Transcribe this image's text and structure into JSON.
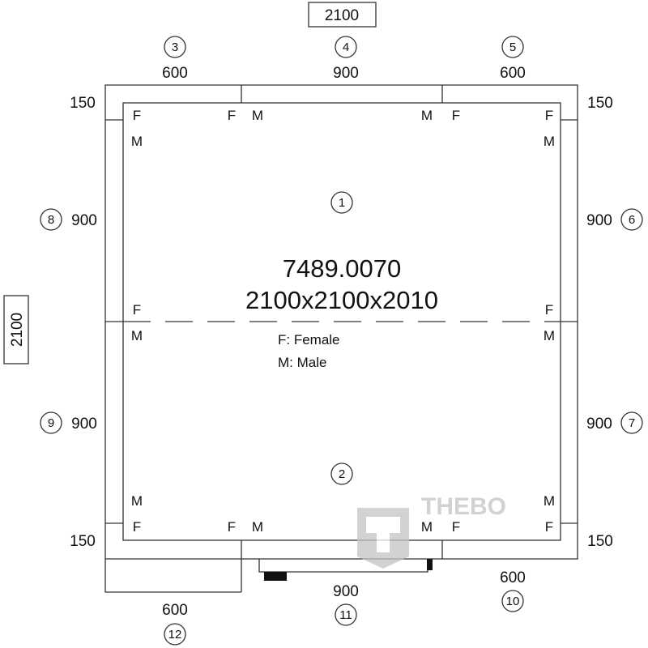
{
  "overall": {
    "width_label": "2100",
    "depth_label": "2100"
  },
  "title": {
    "code": "7489.0070",
    "dimensions": "2100x2100x2010"
  },
  "legend": {
    "female": "F: Female",
    "male": "M: Male"
  },
  "panels": {
    "p1": {
      "number": "1"
    },
    "p2": {
      "number": "2"
    },
    "p3": {
      "number": "3",
      "size": "600"
    },
    "p4": {
      "number": "4",
      "size": "900"
    },
    "p5": {
      "number": "5",
      "size": "600"
    },
    "p6": {
      "number": "6",
      "size": "900"
    },
    "p7": {
      "number": "7",
      "size": "900"
    },
    "p8": {
      "number": "8",
      "size": "900"
    },
    "p9": {
      "number": "9",
      "size": "900"
    },
    "p10": {
      "number": "10",
      "size": "600"
    },
    "p11": {
      "number": "11",
      "size": "900"
    },
    "p12": {
      "number": "12",
      "size": "600"
    }
  },
  "corners": {
    "top_left": "150",
    "top_right": "150",
    "bottom_left": "150",
    "bottom_right": "150"
  },
  "connectors": {
    "female": "F",
    "male": "M"
  },
  "watermark": {
    "brand": "THEBO",
    "logo_letter": "T"
  },
  "colors": {
    "line": "#333333",
    "watermark": "#c8c8c8"
  }
}
